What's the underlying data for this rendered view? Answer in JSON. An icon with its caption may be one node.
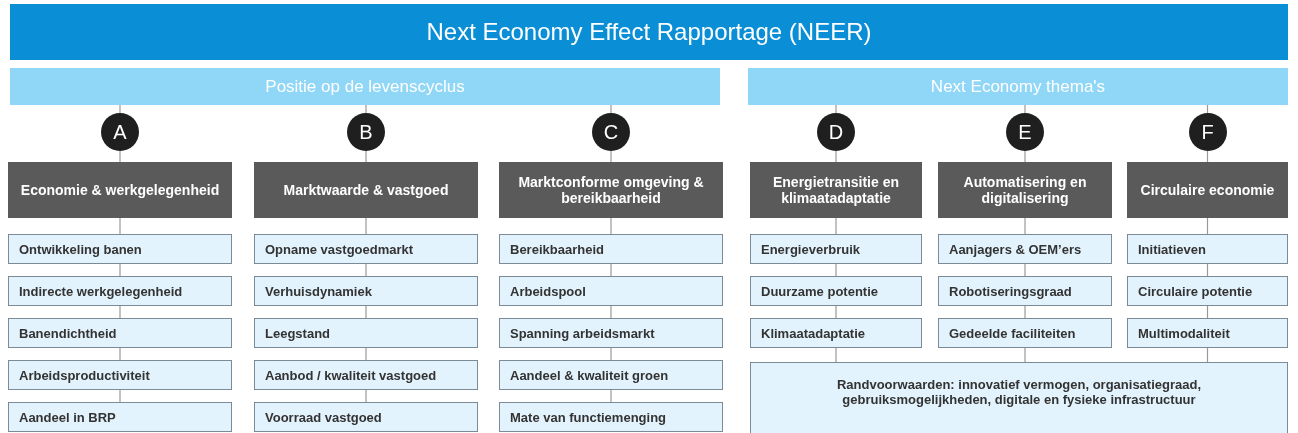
{
  "diagram": {
    "title": "Next Economy Effect Rapportage (NEER)",
    "nodes": [
      {
        "text": [
          "Positie op de levenscyclus"
        ]
      },
      {
        "text": [
          "Next Economy thema's"
        ]
      },
      {
        "text": [
          "A"
        ]
      },
      {
        "text": [
          "B"
        ]
      },
      {
        "text": [
          "C"
        ]
      },
      {
        "text": [
          "D"
        ]
      },
      {
        "text": [
          "E"
        ]
      },
      {
        "text": [
          "F"
        ]
      },
      {
        "text": [
          "Economie & werkgelegenheid"
        ]
      },
      {
        "text": [
          "Marktwaarde & vastgoed"
        ]
      },
      {
        "text": [
          "Marktconforme omgeving & bereikbaarheid"
        ]
      },
      {
        "text": [
          "Energietransitie en klimaatadaptatie"
        ]
      },
      {
        "text": [
          "Automatisering en digitalisering"
        ]
      },
      {
        "text": [
          "Circulaire economie"
        ]
      },
      {
        "text": [
          "Ontwikkeling banen"
        ]
      },
      {
        "text": [
          "Indirecte werkgelegenheid"
        ]
      },
      {
        "text": [
          "Banendichtheid"
        ]
      },
      {
        "text": [
          "Arbeidsproductiviteit"
        ]
      },
      {
        "text": [
          "Aandeel in BRP"
        ]
      },
      {
        "text": [
          "Opname vastgoedmarkt"
        ]
      },
      {
        "text": [
          "Verhuisdynamiek"
        ]
      },
      {
        "text": [
          "Leegstand"
        ]
      },
      {
        "text": [
          "Aanbod / kwaliteit vastgoed"
        ]
      },
      {
        "text": [
          "Voorraad vastgoed"
        ]
      },
      {
        "text": [
          "Bereikbaarheid"
        ]
      },
      {
        "text": [
          "Arbeidspool"
        ]
      },
      {
        "text": [
          "Spanning arbeidsmarkt"
        ]
      },
      {
        "text": [
          "Aandeel & kwaliteit groen"
        ]
      },
      {
        "text": [
          "Mate van functiemenging"
        ]
      },
      {
        "text": [
          "Energieverbruik"
        ]
      },
      {
        "text": [
          "Duurzame potentie"
        ]
      },
      {
        "text": [
          "Klimaatadaptatie"
        ]
      },
      {
        "text": [
          "Aanjagers & OEM’ers"
        ]
      },
      {
        "text": [
          "Robotiseringsgraad"
        ]
      },
      {
        "text": [
          "Gedeelde faciliteiten"
        ]
      },
      {
        "text": [
          "Initiatieven"
        ]
      },
      {
        "text": [
          "Circulaire potentie"
        ]
      },
      {
        "text": [
          "Multimodaliteit"
        ]
      },
      {
        "text": [
          "Randvoorwaarden: innovatief vermogen, organisatiegraad, gebruiksmogelijkheden, digitale en fysieke infrastructuur"
        ]
      }
    ],
    "edges": [
      {
        "from": 0,
        "to": 2,
        "arrow": "none"
      },
      {
        "from": 0,
        "to": 3,
        "arrow": "none"
      },
      {
        "from": 0,
        "to": 4,
        "arrow": "none"
      },
      {
        "from": 1,
        "to": 5,
        "arrow": "none"
      },
      {
        "from": 1,
        "to": 6,
        "arrow": "none"
      },
      {
        "from": 1,
        "to": 7,
        "arrow": "none"
      },
      {
        "from": 2,
        "to": 8,
        "arrow": "none"
      },
      {
        "from": 3,
        "to": 9,
        "arrow": "none"
      },
      {
        "from": 4,
        "to": 10,
        "arrow": "none"
      },
      {
        "from": 5,
        "to": 11,
        "arrow": "none"
      },
      {
        "from": 6,
        "to": 12,
        "arrow": "none"
      },
      {
        "from": 7,
        "to": 13,
        "arrow": "none"
      },
      {
        "from": 8,
        "to": 14,
        "arrow": "none"
      },
      {
        "from": 14,
        "to": 15,
        "arrow": "none"
      },
      {
        "from": 15,
        "to": 16,
        "arrow": "none"
      },
      {
        "from": 16,
        "to": 17,
        "arrow": "none"
      },
      {
        "from": 17,
        "to": 18,
        "arrow": "none"
      },
      {
        "from": 9,
        "to": 19,
        "arrow": "none"
      },
      {
        "from": 19,
        "to": 20,
        "arrow": "none"
      },
      {
        "from": 20,
        "to": 21,
        "arrow": "none"
      },
      {
        "from": 21,
        "to": 22,
        "arrow": "none"
      },
      {
        "from": 22,
        "to": 23,
        "arrow": "none"
      },
      {
        "from": 10,
        "to": 24,
        "arrow": "none"
      },
      {
        "from": 24,
        "to": 25,
        "arrow": "none"
      },
      {
        "from": 25,
        "to": 26,
        "arrow": "none"
      },
      {
        "from": 26,
        "to": 27,
        "arrow": "none"
      },
      {
        "from": 27,
        "to": 28,
        "arrow": "none"
      },
      {
        "from": 11,
        "to": 29,
        "arrow": "none"
      },
      {
        "from": 29,
        "to": 30,
        "arrow": "none"
      },
      {
        "from": 30,
        "to": 31,
        "arrow": "none"
      },
      {
        "from": 31,
        "to": 38,
        "arrow": "none"
      },
      {
        "from": 12,
        "to": 32,
        "arrow": "none"
      },
      {
        "from": 32,
        "to": 33,
        "arrow": "none"
      },
      {
        "from": 33,
        "to": 34,
        "arrow": "none"
      },
      {
        "from": 34,
        "to": 38,
        "arrow": "none"
      },
      {
        "from": 13,
        "to": 35,
        "arrow": "none"
      },
      {
        "from": 35,
        "to": 36,
        "arrow": "none"
      },
      {
        "from": 36,
        "to": 37,
        "arrow": "none"
      },
      {
        "from": 37,
        "to": 38,
        "arrow": "none"
      }
    ]
  }
}
